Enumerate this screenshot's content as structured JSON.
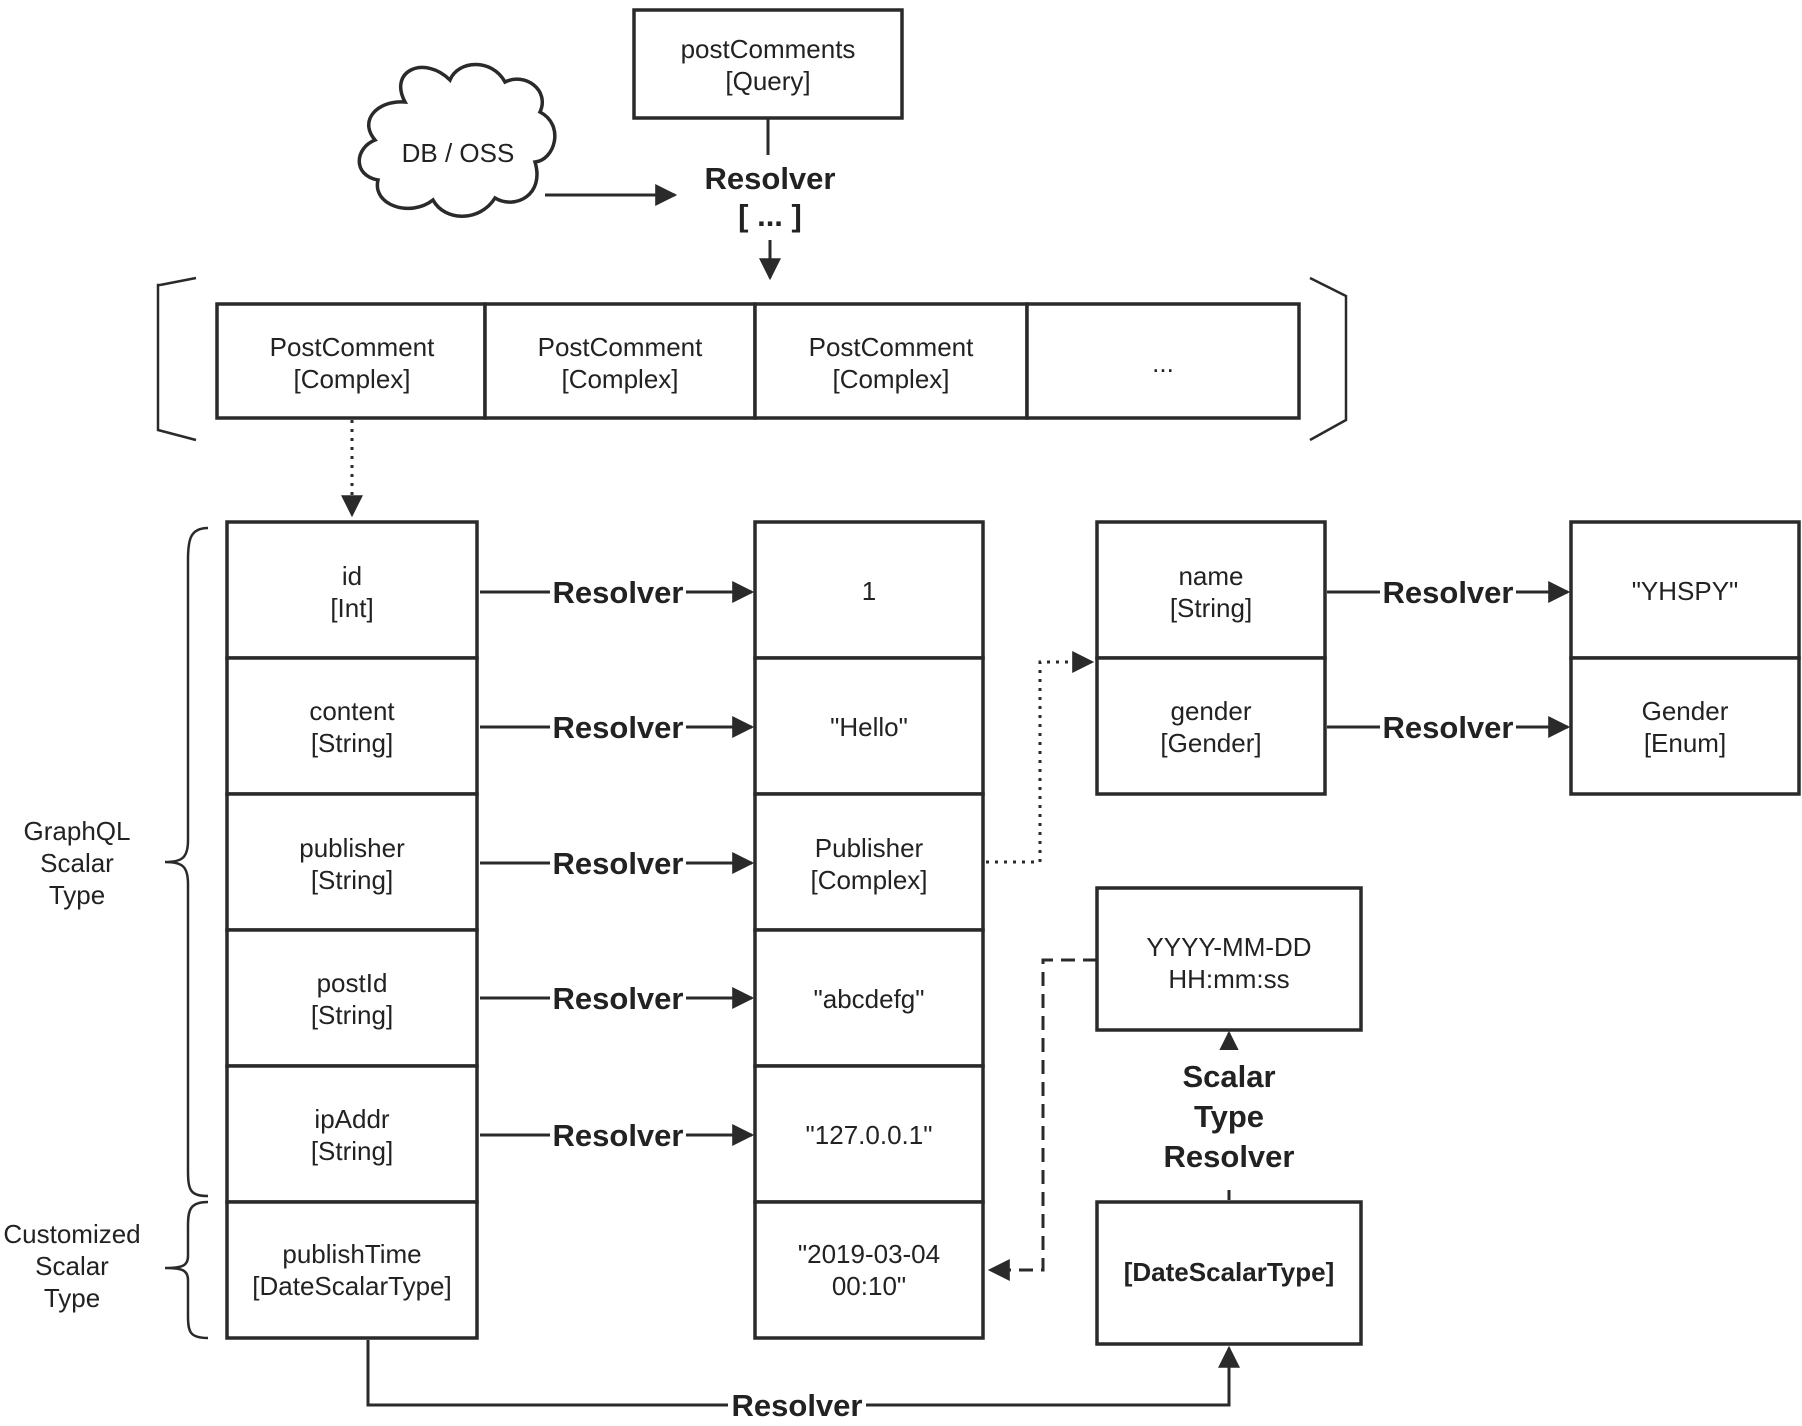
{
  "query_node": {
    "name": "postComments",
    "type": "[Query]"
  },
  "source_cloud": {
    "label": "DB / OSS"
  },
  "top_resolver": {
    "label": "Resolver",
    "sub": "[ ... ]"
  },
  "post_comment_list": [
    {
      "name": "PostComment",
      "type": "[Complex]"
    },
    {
      "name": "PostComment",
      "type": "[Complex]"
    },
    {
      "name": "PostComment",
      "type": "[Complex]"
    },
    {
      "name": "...",
      "type": ""
    }
  ],
  "fields": [
    {
      "name": "id",
      "type": "[Int]",
      "resolver": "Resolver",
      "value": [
        "1"
      ]
    },
    {
      "name": "content",
      "type": "[String]",
      "resolver": "Resolver",
      "value": [
        "\"Hello\""
      ]
    },
    {
      "name": "publisher",
      "type": "[String]",
      "resolver": "Resolver",
      "value": [
        "Publisher",
        "[Complex]"
      ]
    },
    {
      "name": "postId",
      "type": "[String]",
      "resolver": "Resolver",
      "value": [
        "\"abcdefg\""
      ]
    },
    {
      "name": "ipAddr",
      "type": "[String]",
      "resolver": "Resolver",
      "value": [
        "\"127.0.0.1\""
      ]
    },
    {
      "name": "publishTime",
      "type": "[DateScalarType]",
      "resolver": "",
      "value": [
        "\"2019-03-04",
        "00:10\""
      ]
    }
  ],
  "publisher_fields": [
    {
      "name": "name",
      "type": "[String]",
      "resolver": "Resolver",
      "value": [
        "\"YHSPY\""
      ]
    },
    {
      "name": "gender",
      "type": "[Gender]",
      "resolver": "Resolver",
      "value": [
        "Gender",
        "[Enum]"
      ]
    }
  ],
  "date_format": {
    "line1": "YYYY-MM-DD",
    "line2": "HH:mm:ss"
  },
  "scalar_type_resolver": {
    "line1": "Scalar",
    "line2": "Type",
    "line3": "Resolver"
  },
  "date_scalar_type": {
    "label": "[DateScalarType]"
  },
  "bottom_resolver": {
    "label": "Resolver"
  },
  "groups": {
    "graphql_scalar": {
      "line1": "GraphQL",
      "line2": "Scalar",
      "line3": "Type"
    },
    "customized_scalar": {
      "line1": "Customized",
      "line2": "Scalar",
      "line3": "Type"
    }
  }
}
